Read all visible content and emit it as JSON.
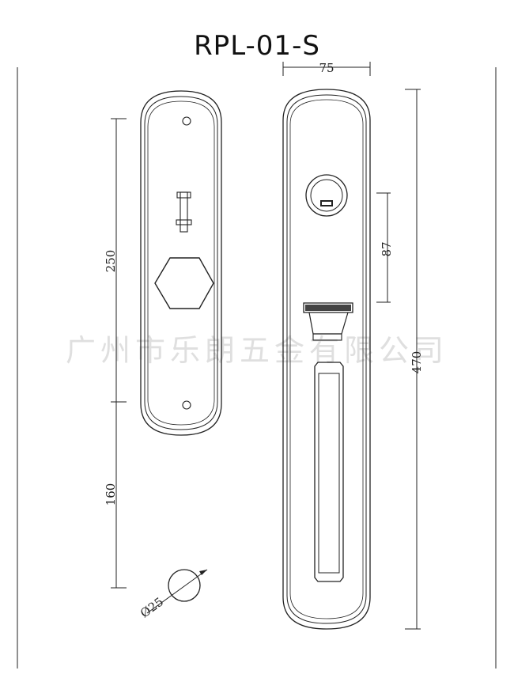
{
  "title": "RPL-01-S",
  "watermark": "广州市乐朗五金有限公司",
  "dimensions": {
    "backplate_width": "75",
    "cylinder_to_handle": "87",
    "total_height": "470",
    "rose_plate_height": "250",
    "rose_to_knob": "160",
    "knob_diameter": "Ø25"
  }
}
